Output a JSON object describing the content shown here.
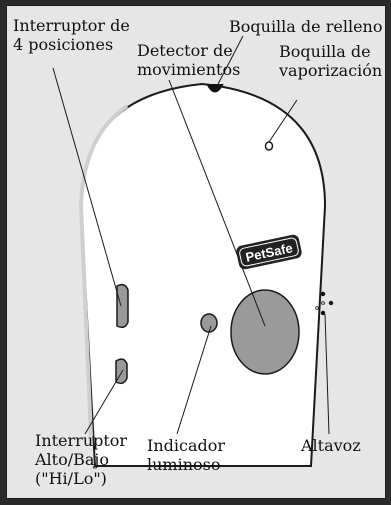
{
  "labels": {
    "switch_4_position": "Interruptor de\n4 posiciones",
    "refill_nozzle": "Boquilla de relleno",
    "motion_detector": "Detector de\nmovimientos",
    "spray_nozzle": "Boquilla de\nvaporización",
    "hi_lo_switch": "Interruptor\nAlto/Bajo\n(\"Hi/Lo\")",
    "indicator_light": "Indicador\nluminoso",
    "speaker": "Altavoz"
  },
  "logo": {
    "text": "PetSafe"
  },
  "colors": {
    "background": "#2a2a2a",
    "panel": "#e6e6e6",
    "device_body": "#ffffff",
    "outline": "#1a1a1a",
    "detector_lens": "#9a9a9a",
    "logo_badge": "#222222",
    "logo_text": "#ffffff"
  }
}
